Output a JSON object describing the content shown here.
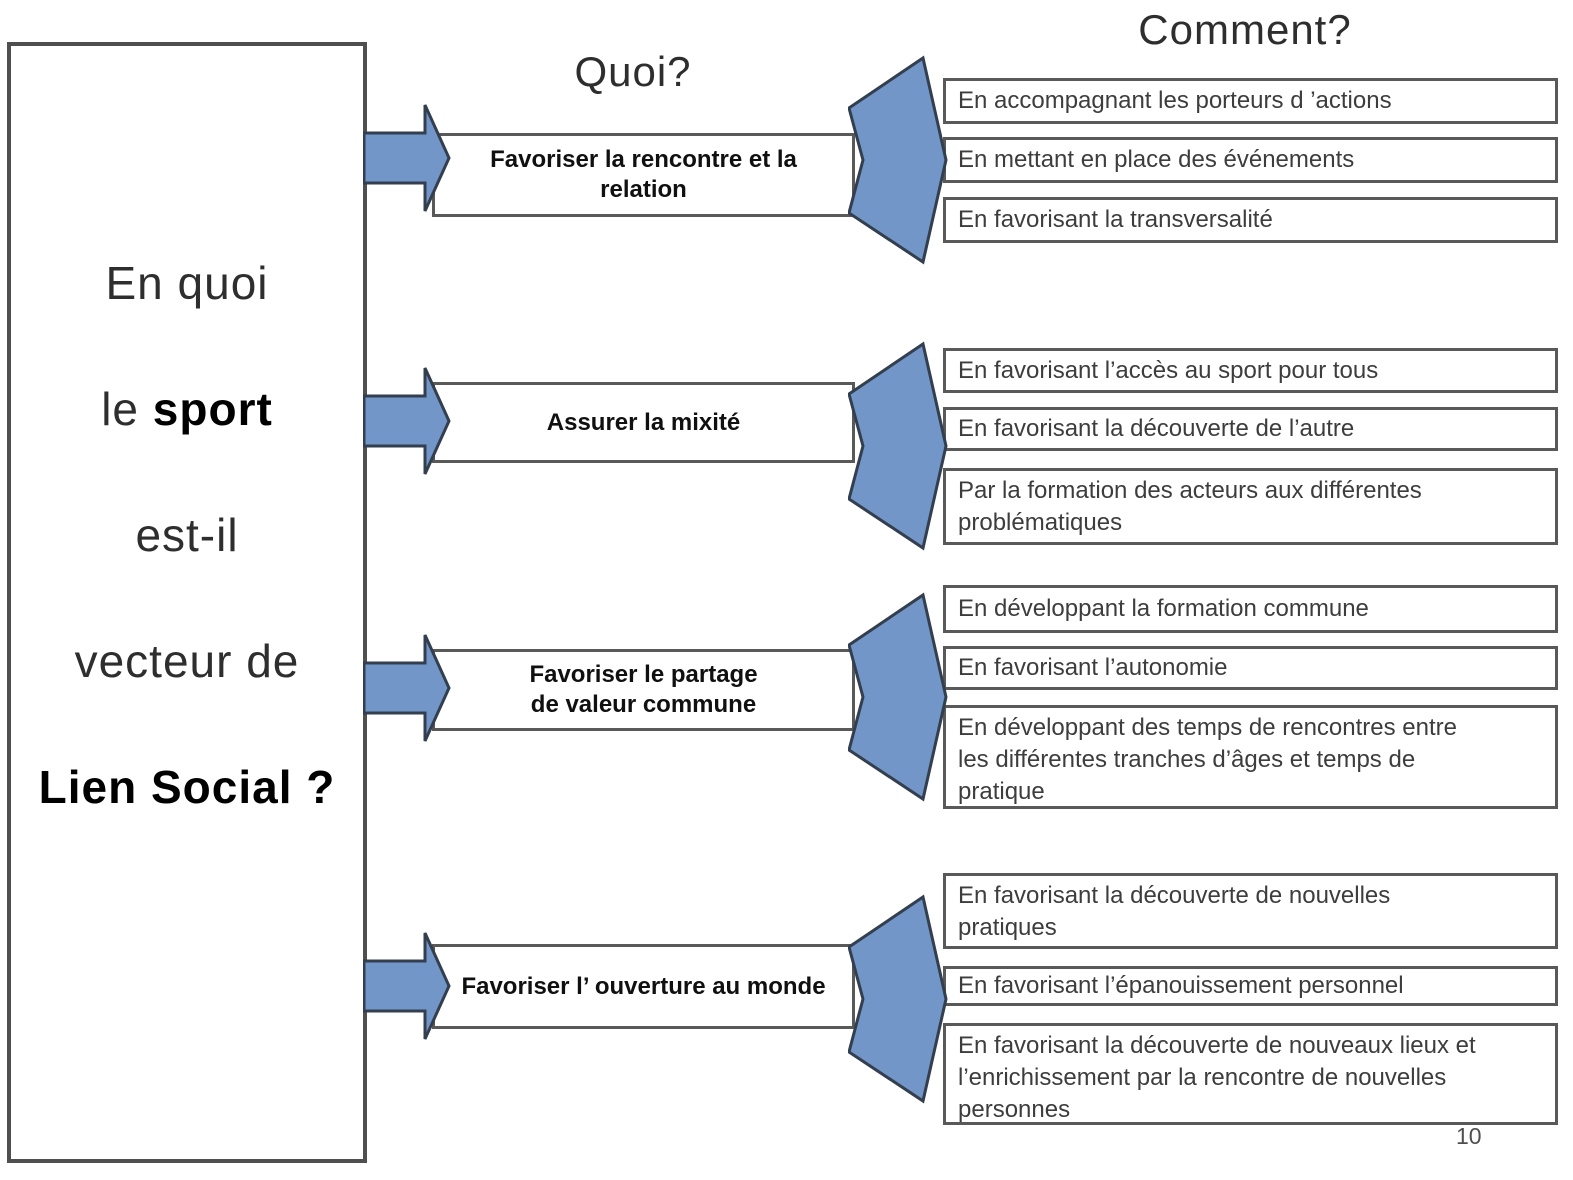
{
  "headers": {
    "quoi": "Quoi?",
    "comment": "Comment?"
  },
  "question_box": {
    "lines": [
      {
        "regular": "En quoi",
        "bold": ""
      },
      {
        "regular": "le ",
        "bold": "sport"
      },
      {
        "regular": "est-il",
        "bold": ""
      },
      {
        "regular": "vecteur de",
        "bold": ""
      },
      {
        "regular": "",
        "bold": "Lien Social ?"
      }
    ]
  },
  "rows": [
    {
      "what": "Favoriser la rencontre et la\nrelation",
      "how": [
        "En accompagnant les porteurs d ’actions",
        "En mettant en place des événements",
        "En favorisant la transversalité"
      ]
    },
    {
      "what": "Assurer la mixité",
      "how": [
        "En favorisant l’accès au sport pour tous",
        "En favorisant la découverte de l’autre",
        "Par la formation des acteurs aux différentes\nproblématiques"
      ]
    },
    {
      "what": "Favoriser le partage\nde valeur commune",
      "how": [
        "En développant la formation commune",
        "En favorisant l’autonomie",
        "En développant des temps de rencontres entre\nles différentes tranches d’âges et temps de\npratique"
      ]
    },
    {
      "what": "Favoriser l’ ouverture au monde",
      "how": [
        "En favorisant la découverte de nouvelles\npratiques",
        "En favorisant l’épanouissement personnel",
        "En favorisant la découverte de nouveaux lieux et\nl’enrichissement par la rencontre de nouvelles\npersonnes"
      ]
    }
  ],
  "page_number": "10",
  "colors": {
    "arrow_fill": "#7396c9",
    "arrow_stroke": "#333f4e",
    "box_border": "#595959",
    "box_border_dark": "#4f4f4f"
  }
}
